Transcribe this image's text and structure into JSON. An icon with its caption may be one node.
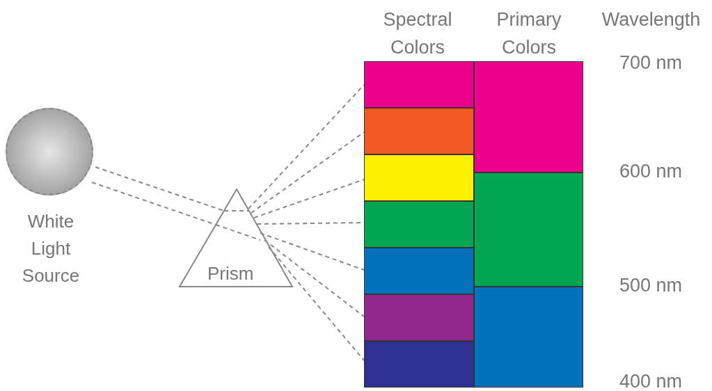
{
  "diagram": {
    "nodes": [
      {
        "text": [
          "White Light Source"
        ]
      },
      {
        "text": [
          "Prism"
        ]
      },
      {
        "text": [],
        "shape": "box"
      },
      {
        "text": [],
        "shape": "box"
      },
      {
        "text": [],
        "shape": "box"
      },
      {
        "text": [],
        "shape": "box"
      },
      {
        "text": [],
        "shape": "box"
      },
      {
        "text": [],
        "shape": "box"
      },
      {
        "text": [],
        "shape": "box"
      },
      {
        "text": [],
        "shape": "box"
      },
      {
        "text": [],
        "shape": "box"
      },
      {
        "text": [],
        "shape": "box"
      }
    ],
    "edges": [
      {
        "from": 0,
        "to": 1,
        "arrow": "none",
        "style": "dashed"
      },
      {
        "from": 0,
        "to": 1,
        "arrow": "none",
        "style": "dashed"
      },
      {
        "from": 1,
        "to": 2,
        "arrow": "none",
        "style": "dashed"
      },
      {
        "from": 1,
        "to": 3,
        "arrow": "none",
        "style": "dashed"
      },
      {
        "from": 1,
        "to": 4,
        "arrow": "none",
        "style": "dashed"
      },
      {
        "from": 1,
        "to": 5,
        "arrow": "none",
        "style": "dashed"
      },
      {
        "from": 1,
        "to": 6,
        "arrow": "none",
        "style": "dashed"
      },
      {
        "from": 1,
        "to": 7,
        "arrow": "none",
        "style": "dashed"
      },
      {
        "from": 1,
        "to": 8,
        "arrow": "none",
        "style": "dashed"
      }
    ],
    "labels": [
      "Spectral Colors",
      "Primary Colors",
      "Wavelength",
      "700 nm",
      "600 nm",
      "500 nm",
      "400 nm"
    ]
  }
}
